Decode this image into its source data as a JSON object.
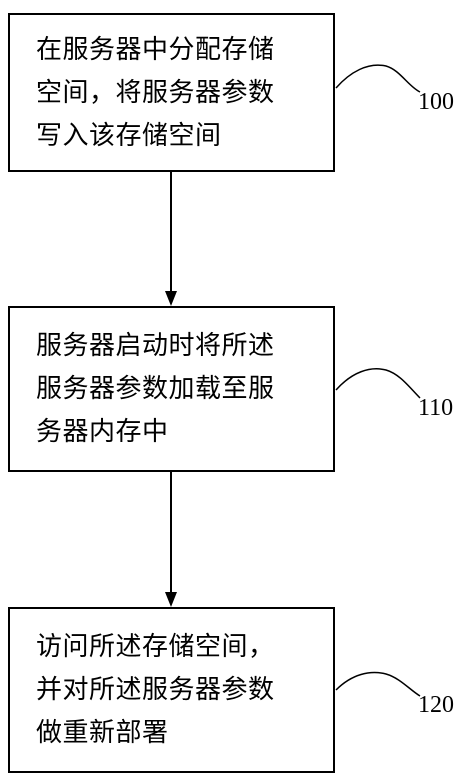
{
  "steps": [
    {
      "ref": "100",
      "lines": [
        "在服务器中分配存储",
        "空间，将服务器参数",
        "写入该存储空间"
      ]
    },
    {
      "ref": "110",
      "lines": [
        "服务器启动时将所述",
        "服务器参数加载至服",
        "务器内存中"
      ]
    },
    {
      "ref": "120",
      "lines": [
        "访问所述存储空间，",
        "并对所述服务器参数",
        "做重新部署"
      ]
    }
  ],
  "colors": {
    "line": "#000000",
    "background": "#ffffff"
  }
}
